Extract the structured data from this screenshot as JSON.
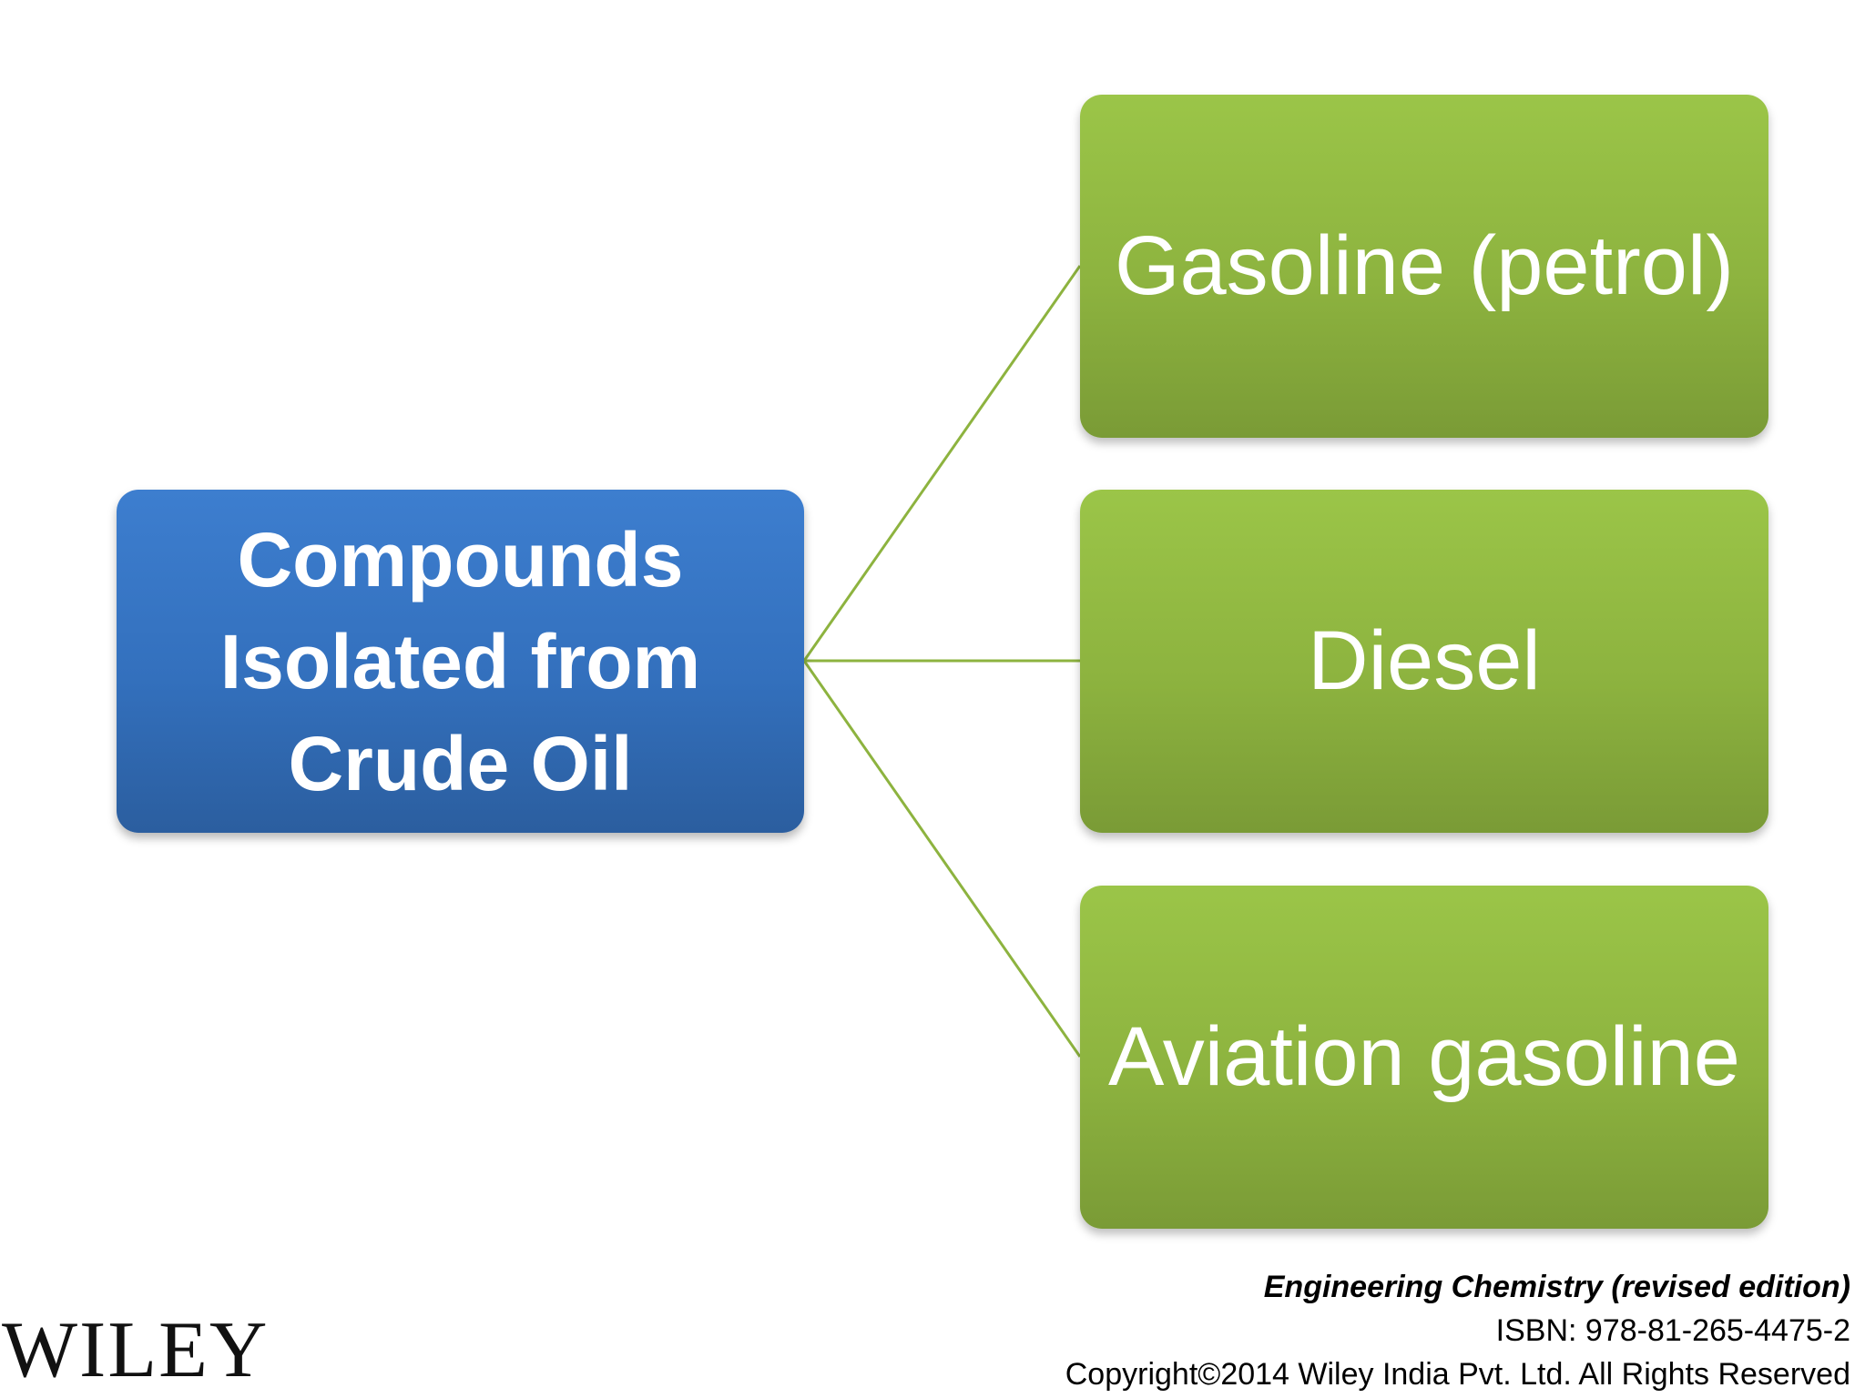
{
  "diagram": {
    "root": {
      "lines": [
        "Compounds",
        "Isolated from",
        "Crude Oil"
      ]
    },
    "children": [
      {
        "label": "Gasoline (petrol)"
      },
      {
        "label": "Diesel"
      },
      {
        "label": "Aviation gasoline"
      }
    ]
  },
  "colors": {
    "root_fill": "#3370bd",
    "child_fill": "#8db33f",
    "connector": "#8db33f"
  },
  "footer": {
    "book_title": "Engineering Chemistry (revised edition)",
    "isbn": "ISBN: 978-81-265-4475-2",
    "copyright": "Copyright©2014 Wiley India Pvt. Ltd. All Rights Reserved"
  },
  "logo": {
    "text": "WILEY"
  }
}
